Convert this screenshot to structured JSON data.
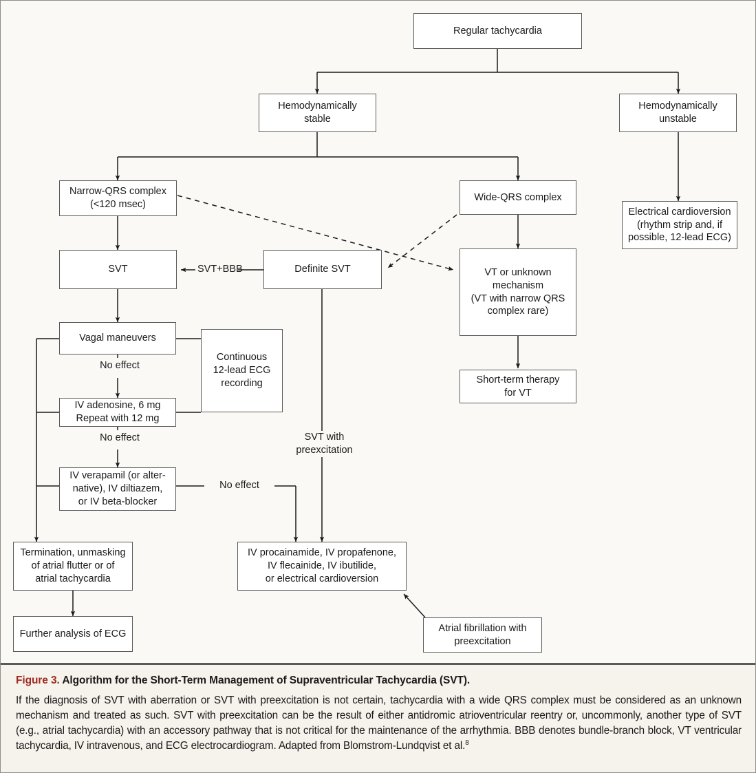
{
  "figure": {
    "number_label": "Figure 3.",
    "title": " Algorithm for the Short-Term Management of Supraventricular Tachycardia (SVT).",
    "caption_body": "If the diagnosis of SVT with aberration or SVT with preexcitation is not certain, tachycardia with a wide QRS complex must be considered as an unknown mechanism and treated as such. SVT with preexcitation can be the result of either antidromic atrioventricular reentry or, uncommonly, another type of SVT (e.g., atrial tachycardia) with an accessory pathway that is not critical for the maintenance of the arrhythmia. BBB denotes bundle-branch block, VT ventricular tachycardia, IV intravenous, and ECG electrocardiogram. Adapted from Blomstrom-Lundqvist et al.",
    "caption_reference": "8",
    "accent_color": "#9e2a22",
    "border_color": "#5a5a58",
    "background_color": "#faf9f6",
    "caption_background_color": "#f6f2ec"
  },
  "nodes": {
    "regular_tachycardia": "Regular tachycardia",
    "hemodynamically_stable": "Hemodynamically\nstable",
    "hemodynamically_unstable": "Hemodynamically\nunstable",
    "narrow_qrs": "Narrow-QRS complex\n(<120 msec)",
    "wide_qrs": "Wide-QRS complex",
    "electrical_cardioversion": "Electrical cardioversion\n(rhythm strip and, if\npossible, 12-lead ECG)",
    "svt": "SVT",
    "definite_svt": "Definite SVT",
    "vt_or_unknown": "VT or unknown\nmechanism\n(VT with narrow QRS\ncomplex rare)",
    "vagal_maneuvers": "Vagal maneuvers",
    "continuous_ecg": "Continuous\n12-lead ECG\nrecording",
    "iv_adenosine": "IV adenosine, 6 mg\nRepeat with 12 mg",
    "short_term_therapy_vt": "Short-term therapy\nfor VT",
    "iv_verapamil": "IV verapamil (or alter-\nnative), IV diltiazem,\nor IV beta-blocker",
    "termination": "Termination, unmasking\nof atrial flutter or of\natrial tachycardia",
    "iv_procainamide": "IV procainamide, IV propafenone,\nIV flecainide, IV ibutilide,\nor electrical cardioversion",
    "further_analysis": "Further analysis of ECG",
    "atrial_fibrillation": "Atrial fibrillation with\npreexcitation"
  },
  "edge_labels": {
    "svt_bbb": "SVT+BBB",
    "no_effect_1": "No effect",
    "no_effect_2": "No effect",
    "no_effect_3": "No effect",
    "svt_with_preexcitation": "SVT with\npreexcitation"
  }
}
